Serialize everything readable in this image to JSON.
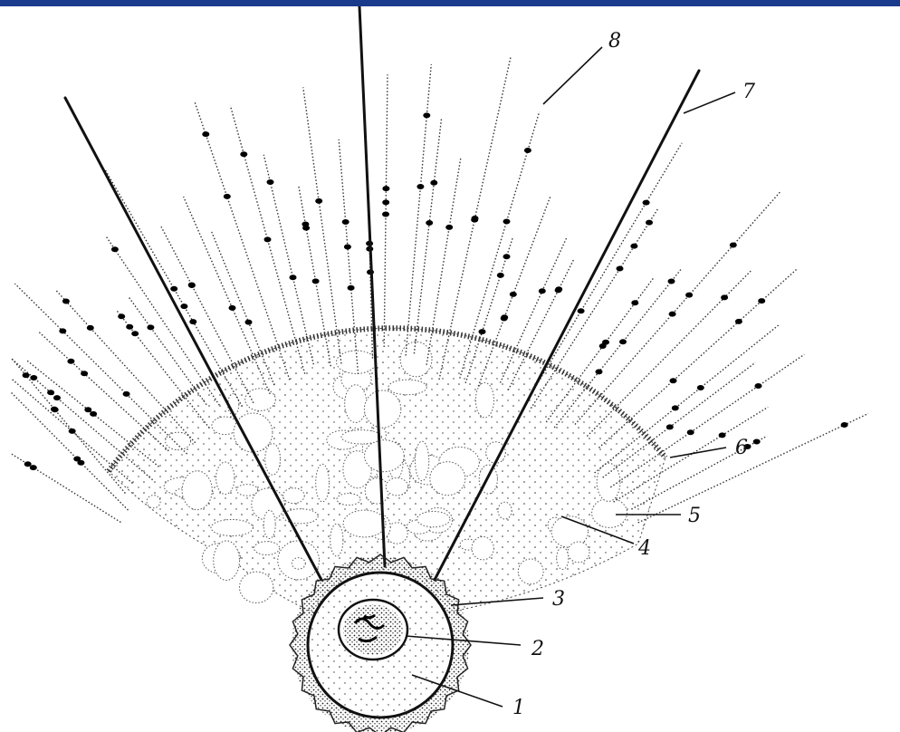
{
  "colors": {
    "ink": "#111111",
    "paper": "#ffffff",
    "frame": "#1a3a8c"
  },
  "labels": [
    {
      "id": "1",
      "text": "1"
    },
    {
      "id": "2",
      "text": "2"
    },
    {
      "id": "3",
      "text": "3"
    },
    {
      "id": "4",
      "text": "4"
    },
    {
      "id": "5",
      "text": "5"
    },
    {
      "id": "6",
      "text": "6"
    },
    {
      "id": "7",
      "text": "7"
    },
    {
      "id": "8",
      "text": "8"
    }
  ]
}
